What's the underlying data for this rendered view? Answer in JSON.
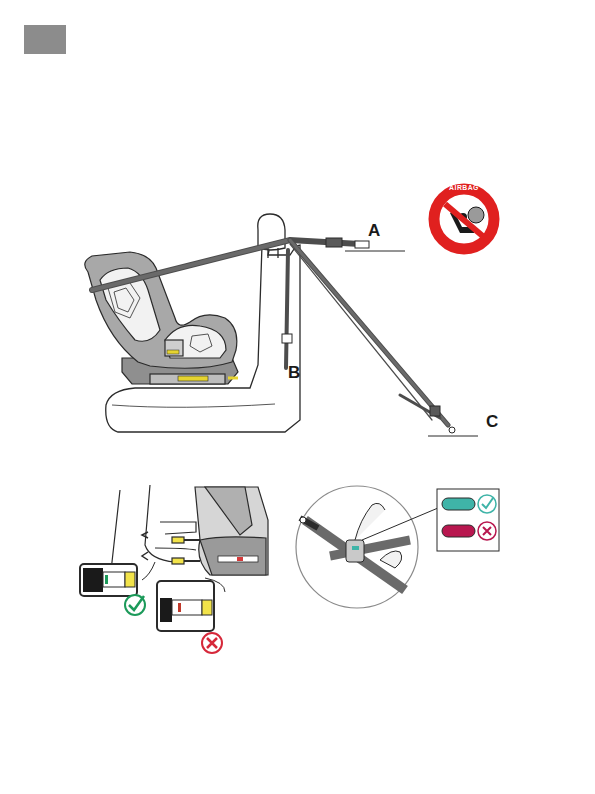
{
  "diagram": {
    "nodes": [
      {
        "text": [
          "AIRBAG"
        ]
      }
    ],
    "labels": [
      "A",
      "B",
      "C"
    ]
  }
}
